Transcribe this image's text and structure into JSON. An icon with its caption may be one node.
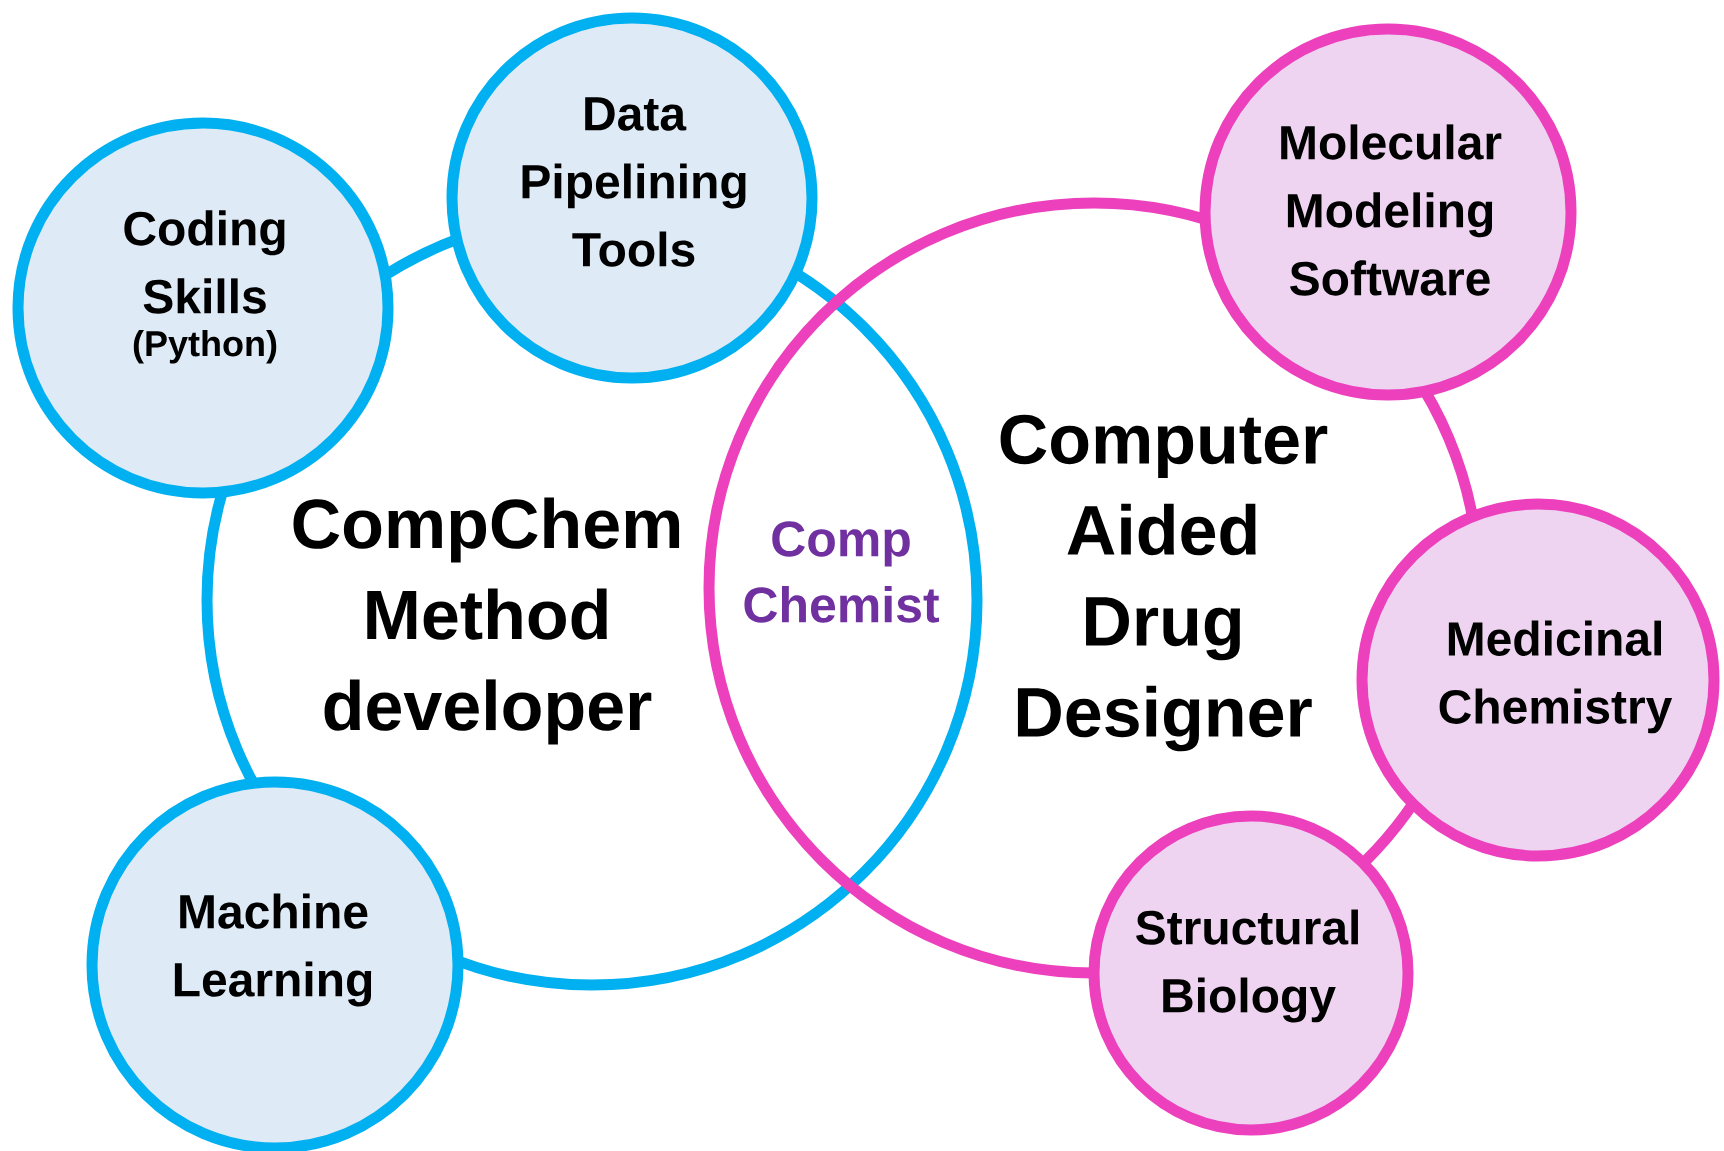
{
  "diagram": {
    "nodes": [
      {
        "text": [
          "Coding Skills",
          "(Python)"
        ]
      },
      {
        "text": [
          "Data Pipelining Tools"
        ]
      },
      {
        "text": [
          "Molecular Modeling Software"
        ]
      },
      {
        "text": [
          "CompChem Method developer"
        ]
      },
      {
        "text": [
          "Computer Aided Drug Designer"
        ]
      },
      {
        "text": [
          "Medicinal Chemistry"
        ]
      },
      {
        "text": [
          "Machine Learning"
        ]
      },
      {
        "text": [
          "Structural Biology"
        ]
      }
    ],
    "labels": [
      "Comp Chemist"
    ]
  }
}
